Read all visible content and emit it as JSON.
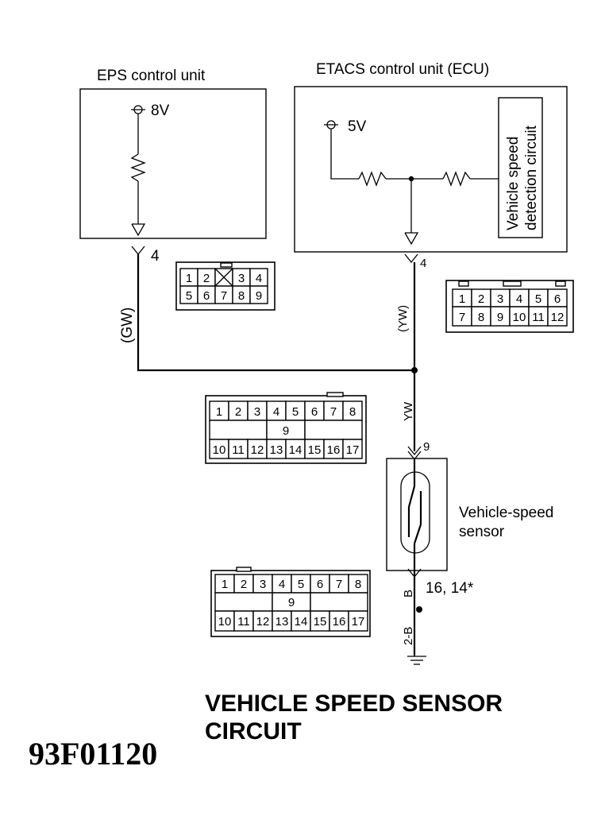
{
  "eps": {
    "title": "EPS control unit",
    "voltage": "8V",
    "terminal": "4",
    "wire_color": "(GW)",
    "connector_top": [
      "1",
      "2",
      "",
      "3",
      "4"
    ],
    "connector_bottom": [
      "5",
      "6",
      "7",
      "8",
      "9"
    ]
  },
  "etacs": {
    "title": "ETACS control unit (ECU)",
    "voltage": "5V",
    "circuit_line1": "Vehicle speed",
    "circuit_line2": "detection circuit",
    "terminal": "4",
    "wire_color": "(YW)",
    "connector_top": [
      "1",
      "2",
      "3",
      "4",
      "5",
      "6"
    ],
    "connector_bottom": [
      "7",
      "8",
      "9",
      "10",
      "11",
      "12"
    ]
  },
  "meter_connector": {
    "top": [
      "1",
      "2",
      "3",
      "4",
      "5",
      "6",
      "7",
      "8"
    ],
    "middle": "9",
    "bottom": [
      "10",
      "11",
      "12",
      "13",
      "14",
      "15",
      "16",
      "17"
    ]
  },
  "sensor": {
    "label_line1": "Vehicle-speed",
    "label_line2": "sensor",
    "terminal_top": "9",
    "terminal_bottom": "16,  14*",
    "wire_top": "YW",
    "wire_bottom": "B",
    "ground_wire": "2-B"
  },
  "caption": {
    "line1": "VEHICLE SPEED SENSOR",
    "line2": "CIRCUIT"
  },
  "figure_id": "93F01120"
}
